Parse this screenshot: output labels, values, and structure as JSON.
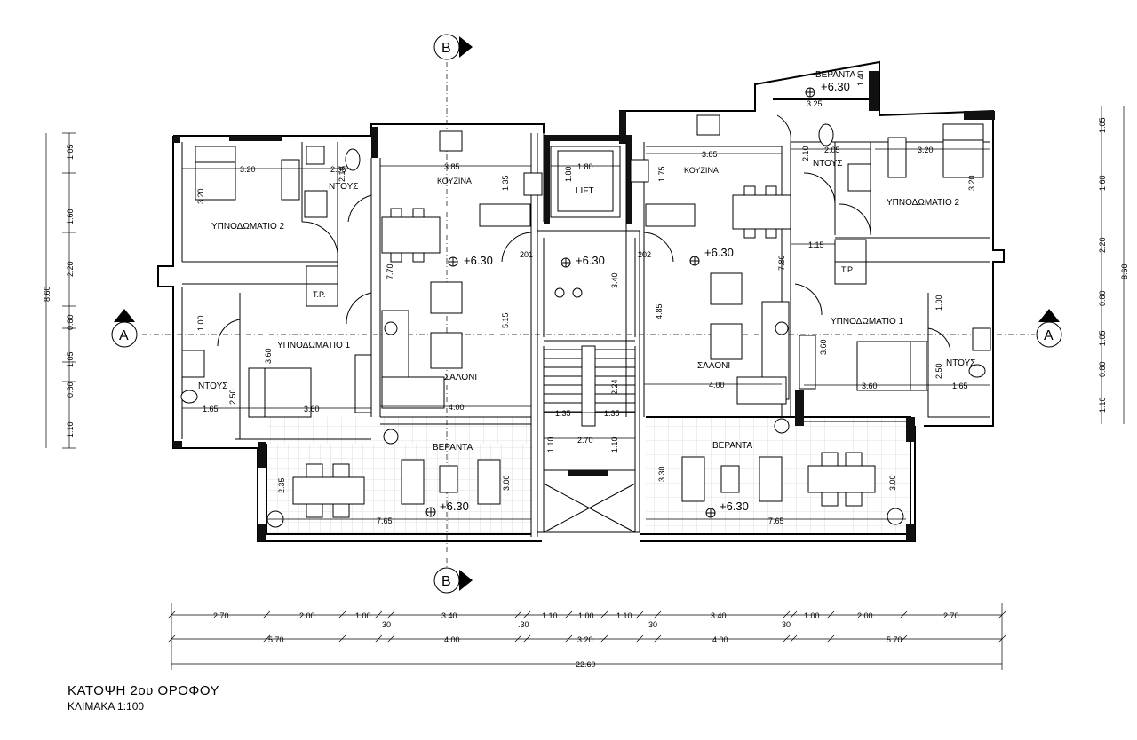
{
  "caption": {
    "title": "ΚΑΤΟΨΗ  2ου ΟΡΟΦΟΥ",
    "scale": "ΚΛΙΜΑΚΑ  1:100"
  },
  "section_marks": {
    "top": "B",
    "bottom": "B",
    "left": "A",
    "right": "A"
  },
  "rooms": {
    "bedroom2_left": "ΥΠΝΟΔΩΜΑΤΙΟ 2",
    "bedroom1_left": "ΥΠΝΟΔΩΜΑΤΙΟ 1",
    "shower_left_top": "ΝΤΟΥΣ",
    "shower_left_bottom": "ΝΤΟΥΣ",
    "kitchen_left": "ΚΟΥΖΙΝΑ",
    "living_left": "ΣΑΛΟΝΙ",
    "lift": "LIFT",
    "kitchen_right": "ΚΟΥΖΙΝΑ",
    "living_right": "ΣΑΛΟΝΙ",
    "bedroom2_right": "ΥΠΝΟΔΩΜΑΤΙΟ 2",
    "bedroom1_right": "ΥΠΝΟΔΩΜΑΤΙΟ 1",
    "shower_right_top": "ΝΤΟΥΣ",
    "shower_right_bottom": "ΝΤΟΥΣ",
    "veranda_left": "ΒΕΡΑΝΤΑ",
    "veranda_right": "ΒΕΡΑΝΤΑ",
    "veranda_top": "ΒΕΡΑΝΤΑ"
  },
  "units": {
    "left": "201",
    "right": "202"
  },
  "levels": {
    "living_left": "+6.30",
    "stair": "+6.30",
    "living_right": "+6.30",
    "veranda_left": "+6.30",
    "veranda_right": "+6.30",
    "veranda_top": "+6.30"
  },
  "appliance_tag": "Τ.Ρ.",
  "inner_dims": {
    "d1": "3.20",
    "d2": "2.05",
    "d3": "3.85",
    "d4": "1.80",
    "d5": "3.85",
    "d6": "2.05",
    "d7": "3.20",
    "d8": "3.60",
    "d9": "1.65",
    "d10": "3.60",
    "d11": "1.65",
    "d12": "4.00",
    "d13": "4.00",
    "d14": "2.70",
    "d15": "1.35",
    "d16": "1.35",
    "d17": "7.65",
    "d18": "7.65",
    "d19": "1.15",
    "v1": "3.20",
    "v2": "2.10",
    "v3": "1.35",
    "v4": "1.80",
    "v5": "1.75",
    "v6": "2.10",
    "v7": "3.20",
    "v8": "7.70",
    "v9": "5.15",
    "v10": "3.40",
    "v11": "4.85",
    "v12": "7.80",
    "v13": "1.00",
    "v14": "3.60",
    "v15": "2.50",
    "v16": "1.00",
    "v17": "3.60",
    "v18": "2.50",
    "v19": "2.24",
    "v20": "1.10",
    "v21": "1.10",
    "v22": "2.35",
    "v23": "3.00",
    "v24": "3.30",
    "v25": "3.00",
    "v26": "1.40",
    "v27": "3.25"
  },
  "left_chain": [
    "1.05",
    "1.60",
    "2.20",
    "0.80",
    "1.05",
    "0.80",
    "1.10"
  ],
  "left_total": "8.60",
  "right_chain": [
    "1.05",
    "1.60",
    "2.20",
    "0.80",
    "1.05",
    "0.80",
    "1.10"
  ],
  "right_total": "8.60",
  "bottom_chain1": [
    "2.70",
    "2.00",
    "1.00",
    "3.40",
    "1.10",
    "1.00",
    "1.10",
    "3.40",
    "1.00",
    "2.00",
    "2.70"
  ],
  "bottom_small": [
    "30",
    ".30",
    "30",
    "30"
  ],
  "bottom_chain2": [
    "5.70",
    "4.00",
    "3.20",
    "4.00",
    "5.70"
  ],
  "bottom_total": "22.60"
}
